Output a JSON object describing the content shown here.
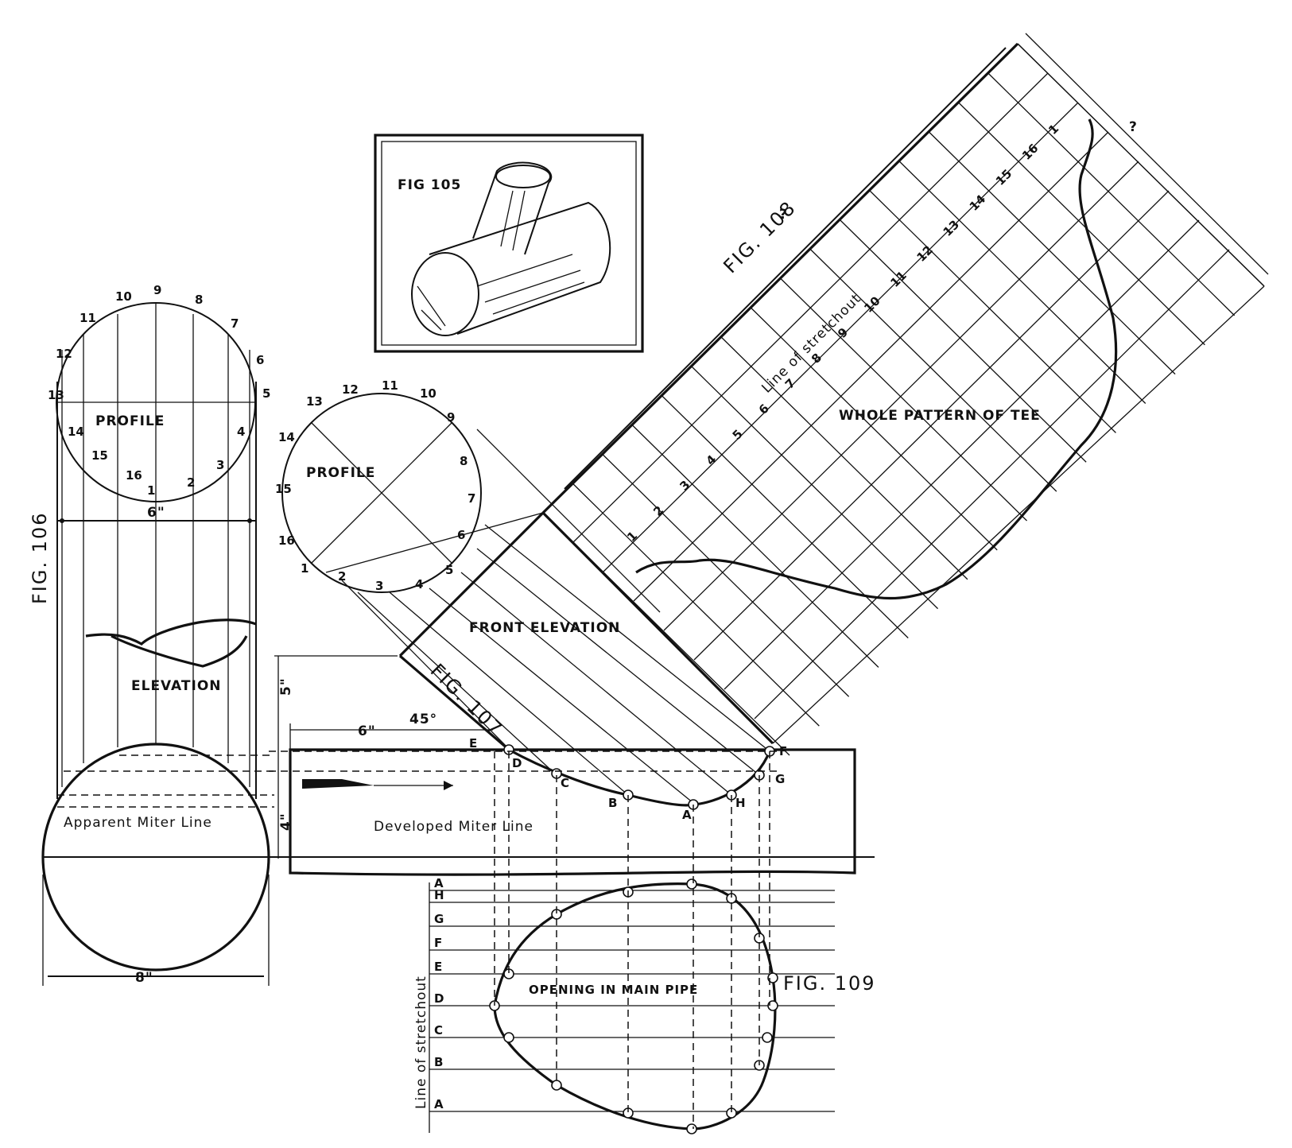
{
  "figures": {
    "fig105": "FIG 105",
    "fig106": "FIG. 106",
    "fig107": "FIG. 107",
    "fig108": "FIG. 108",
    "fig109": "FIG. 109"
  },
  "labels": {
    "profile_left": "PROFILE",
    "elevation": "ELEVATION",
    "profile_branch": "PROFILE",
    "front_elevation": "FRONT ELEVATION",
    "whole_pattern": "WHOLE PATTERN OF TEE",
    "line_of_stretchout_pattern": "Line of stretchout",
    "line_of_stretchout_opening": "Line of stretchout",
    "apparent_miter_line": "Apparent Miter Line",
    "developed_miter_line": "Developed Miter Line",
    "opening_in_main_pipe": "OPENING IN MAIN PIPE"
  },
  "dimensions": {
    "six_inch_profile": "6\"",
    "eight_inch": "8\"",
    "five_inch": "5\"",
    "four_inch": "4\"",
    "six_inch_main": "6\"",
    "angle": "45°",
    "question_top": "?",
    "question_side": "?"
  },
  "profile_numbers": [
    "1",
    "2",
    "3",
    "4",
    "5",
    "6",
    "7",
    "8",
    "9",
    "10",
    "11",
    "12",
    "13",
    "14",
    "15",
    "16"
  ],
  "miter_letters": [
    "A",
    "B",
    "C",
    "D",
    "E",
    "F",
    "G",
    "H"
  ],
  "stretchout_numbers": [
    "1",
    "2",
    "3",
    "4",
    "5",
    "6",
    "7",
    "8",
    "9",
    "10",
    "11",
    "12",
    "13",
    "14",
    "15",
    "16",
    "1"
  ],
  "opening_letters": [
    "A",
    "H",
    "G",
    "F",
    "E",
    "D",
    "C",
    "B",
    "A"
  ]
}
